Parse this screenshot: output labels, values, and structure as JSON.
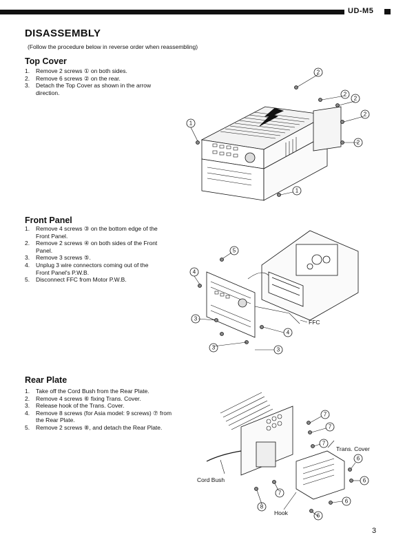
{
  "header": {
    "model": "UD-M5"
  },
  "title": "DISASSEMBLY",
  "note": "(Follow the procedure below in reverse order when reassembling)",
  "sections": [
    {
      "heading": "Top Cover",
      "steps": [
        {
          "num": "1.",
          "text": "Remove 2 screws ① on both sides."
        },
        {
          "num": "2.",
          "text": "Remove 6 screws ② on the rear."
        },
        {
          "num": "3.",
          "text": "Detach the Top Cover as shown in the arrow direction."
        }
      ]
    },
    {
      "heading": "Front Panel",
      "steps": [
        {
          "num": "1.",
          "text": "Remove 4 screws ③ on the bottom edge of the Front Panel."
        },
        {
          "num": "2.",
          "text": "Remove 2 screws ④ on both sides of the Front Panel."
        },
        {
          "num": "3.",
          "text": "Remove 3 screws ⑤."
        },
        {
          "num": "4.",
          "text": "Unplug 3 wire connectors coming out of the Front Panel's P.W.B."
        },
        {
          "num": "5.",
          "text": "Disconnect FFC from Motor P.W.B."
        }
      ]
    },
    {
      "heading": "Rear Plate",
      "steps": [
        {
          "num": "1.",
          "text": "Take off the Cord Bush from the Rear Plate."
        },
        {
          "num": "2.",
          "text": "Remove 4 screws ⑥ fixing Trans. Cover."
        },
        {
          "num": "3.",
          "text": "Release hook of the Trans. Cover."
        },
        {
          "num": "4.",
          "text": "Remove 8 screws (for Asia model: 9 screws) ⑦ from the Rear Plate."
        },
        {
          "num": "5.",
          "text": "Remove 2 screws ⑧, and detach the Rear Plate."
        }
      ]
    }
  ],
  "figures": {
    "top_cover": {
      "callouts": [
        "1",
        "2",
        "2",
        "2",
        "2",
        "2",
        "1"
      ]
    },
    "front_panel": {
      "callouts": [
        "5",
        "4",
        "3",
        "3",
        "4",
        "3"
      ],
      "labels": {
        "ffc": "FFC"
      }
    },
    "rear_plate": {
      "callouts": [
        "7",
        "7",
        "7",
        "6",
        "6",
        "6",
        "6",
        "7",
        "8"
      ],
      "labels": {
        "trans_cover": "Trans. Cover",
        "cord_bush": "Cord Bush",
        "hook": "Hook"
      }
    }
  },
  "page_number": "3"
}
